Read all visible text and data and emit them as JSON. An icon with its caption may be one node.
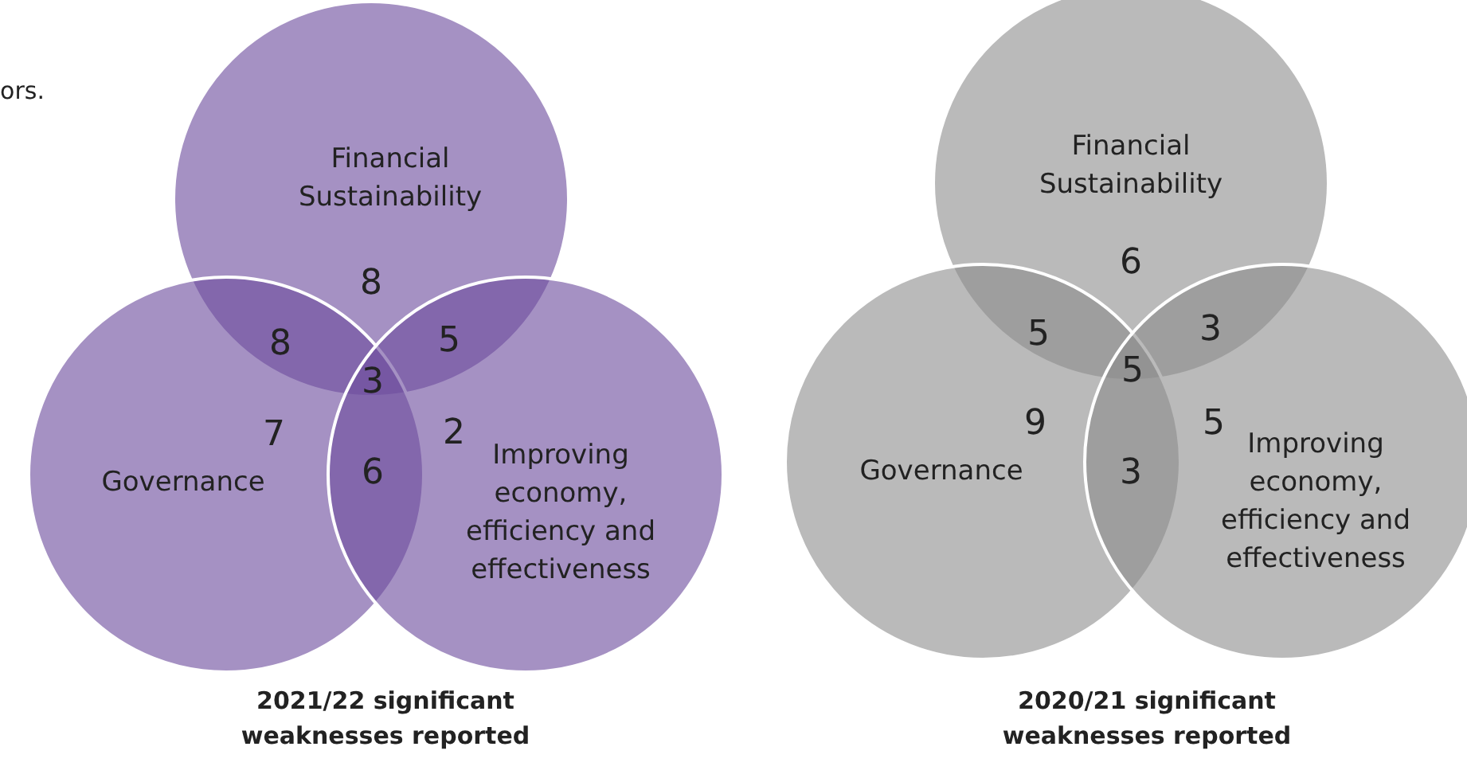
{
  "diagram": {
    "nodes": [
      {
        "text": [
          "Financial Sustainability"
        ]
      },
      {
        "text": [
          "Governance"
        ]
      },
      {
        "text": [
          "Improving economy, efficiency and effectiveness"
        ]
      },
      {
        "text": [
          "Financial Sustainability"
        ]
      },
      {
        "text": [
          "Governance"
        ]
      },
      {
        "text": [
          "Improving economy, efficiency and effectiveness"
        ]
      }
    ],
    "edges": [],
    "labels": [
      "ors.",
      "8",
      "8",
      "5",
      "3",
      "7",
      "2",
      "6",
      "2021/22 significant weaknesses reported",
      "6",
      "5",
      "3",
      "5",
      "9",
      "5",
      "3",
      "2020/21 significant weaknesses reported"
    ]
  }
}
